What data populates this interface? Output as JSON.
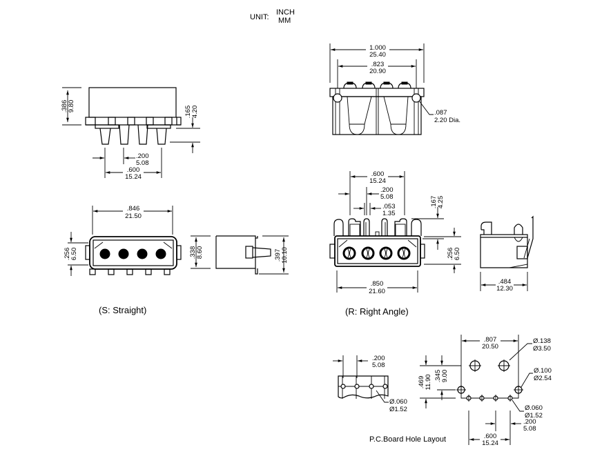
{
  "units": {
    "label": "UNIT:",
    "primary": "INCH",
    "secondary": "MM"
  },
  "captions": {
    "straight": "(S: Straight)",
    "right_angle": "(R: Right Angle)",
    "pcb": "P.C.Board Hole Layout"
  },
  "dims": {
    "s_side_height": {
      "inch": ".386",
      "mm": "9.80"
    },
    "s_pin_length": {
      "inch": ".165",
      "mm": "4.20"
    },
    "s_pitch": {
      "inch": ".200",
      "mm": "5.08"
    },
    "s_pin_span": {
      "inch": ".600",
      "mm": "15.24"
    },
    "s_front_width": {
      "inch": ".846",
      "mm": "21.50"
    },
    "s_front_height": {
      "inch": ".256",
      "mm": "6.50"
    },
    "s_body_height": {
      "inch": ".338",
      "mm": "8.60"
    },
    "s_total_depth": {
      "inch": ".397",
      "mm": "10.10"
    },
    "top_overall": {
      "inch": "1.000",
      "mm": "25.40"
    },
    "top_post_span": {
      "inch": ".823",
      "mm": "20.90"
    },
    "top_post_dia": {
      "inch": ".087",
      "mm": "2.20 Dia."
    },
    "r_pin_span": {
      "inch": ".600",
      "mm": "15.24"
    },
    "r_pitch": {
      "inch": ".200",
      "mm": "5.08"
    },
    "r_pin_width": {
      "inch": ".053",
      "mm": "1.35"
    },
    "r_pin_height": {
      "inch": ".167",
      "mm": "4.25"
    },
    "r_front_height": {
      "inch": ".256",
      "mm": "6.50"
    },
    "r_front_width": {
      "inch": ".850",
      "mm": "21.60"
    },
    "r_side_depth": {
      "inch": ".484",
      "mm": "12.30"
    },
    "pcb_s_pitch": {
      "inch": ".200",
      "mm": "5.08"
    },
    "pcb_s_hole": {
      "inch": "Ø.060",
      "mm": "Ø1.52"
    },
    "pcb_r_post_span": {
      "inch": ".807",
      "mm": "20.50"
    },
    "pcb_r_post_hole": {
      "inch": "Ø.138",
      "mm": "Ø3.50"
    },
    "pcb_r_peg_hole": {
      "inch": "Ø.100",
      "mm": "Ø2.54"
    },
    "pcb_r_pin_hole": {
      "inch": "Ø.060",
      "mm": "Ø1.52"
    },
    "pcb_r_height_total": {
      "inch": ".469",
      "mm": "11.90"
    },
    "pcb_r_height_post": {
      "inch": ".345",
      "mm": "9.00"
    },
    "pcb_r_pitch": {
      "inch": ".200",
      "mm": "5.08"
    },
    "pcb_r_pin_span": {
      "inch": ".600",
      "mm": "15.24"
    }
  }
}
